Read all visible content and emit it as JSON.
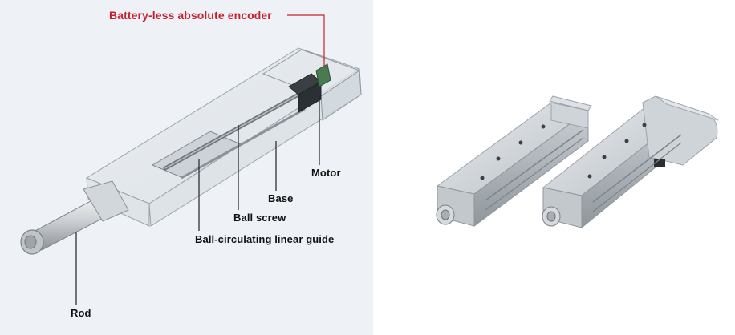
{
  "labels": {
    "encoder": "Battery-less absolute encoder",
    "motor": "Motor",
    "base": "Base",
    "ball_screw": "Ball screw",
    "linear_guide": "Ball-circulating linear guide",
    "rod": "Rod"
  },
  "colors": {
    "accent": "#c8202e",
    "leader": "#222222",
    "panel_bg": "#eef2f6"
  }
}
